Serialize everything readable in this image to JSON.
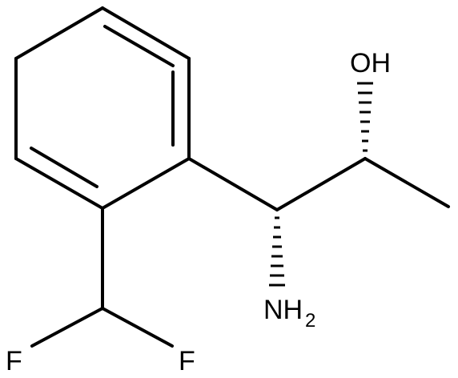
{
  "molecule": {
    "atoms": {
      "hydroxyl": "OH",
      "amine": "NH",
      "amine_subscript": "2",
      "fluorine_left": "F",
      "fluorine_right": "F"
    },
    "colors": {
      "bond": "#000000",
      "text": "#000000",
      "background": "#ffffff"
    }
  }
}
